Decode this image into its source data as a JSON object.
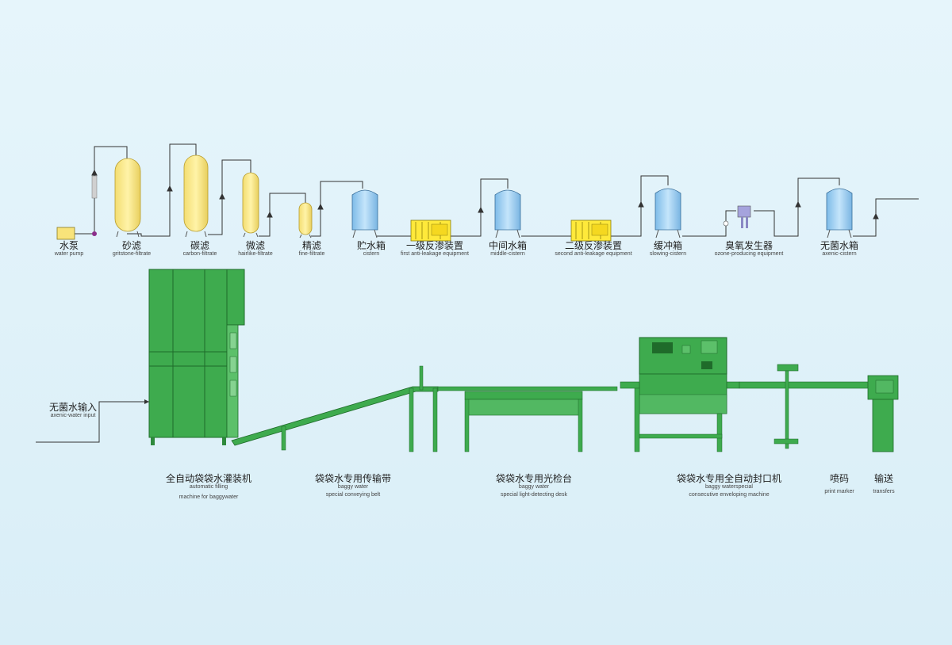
{
  "diagram": {
    "treatment_stages": [
      {
        "zh": "水泵",
        "en": "water pump"
      },
      {
        "zh": "砂滤",
        "en": "gritstone-filtrate"
      },
      {
        "zh": "碳滤",
        "en": "carbon-filtrate"
      },
      {
        "zh": "微滤",
        "en": "hairlike-filtrate"
      },
      {
        "zh": "精滤",
        "en": "fine-filtrate"
      },
      {
        "zh": "贮水箱",
        "en": "cistern"
      },
      {
        "zh": "一级反渗装置",
        "en": "first anti-leakage equipment"
      },
      {
        "zh": "中间水箱",
        "en": "middle-cistern"
      },
      {
        "zh": "二级反渗装置",
        "en": "second anti-leakage equipment"
      },
      {
        "zh": "缓冲箱",
        "en": "slowing-cistern"
      },
      {
        "zh": "臭氧发生器",
        "en": "ozone-producing equipment"
      },
      {
        "zh": "无菌水箱",
        "en": "axenic-cistern"
      }
    ],
    "input": {
      "zh": "无菌水输入",
      "en": "axenic-water input"
    },
    "packaging_stages": [
      {
        "zh": "全自动袋袋水灌装机",
        "en1": "automatic filling",
        "en2": "machine for baggywater"
      },
      {
        "zh": "袋袋水专用传输带",
        "en1": "baggy water",
        "en2": "special conveying belt"
      },
      {
        "zh": "袋袋水专用光检台",
        "en1": "baggy water",
        "en2": "special light-detecting desk"
      },
      {
        "zh": "袋袋水专用全自动封口机",
        "en1": "baggy waterspecial",
        "en2": "consecutive enveloping machine"
      },
      {
        "zh": "喷码",
        "en1": "print marker",
        "en2": ""
      },
      {
        "zh": "输送",
        "en1": "transfers",
        "en2": ""
      }
    ],
    "colors": {
      "pipe": "#333333",
      "filter_tank": "#fbe88a",
      "cistern_tank": "#9fd2f5",
      "ro_unit": "#ffe93a",
      "machine": "#3eab4e",
      "machine_dark": "#2e8a3c",
      "ozone": "#a5a3dd",
      "pump": "#f8e37a"
    }
  }
}
